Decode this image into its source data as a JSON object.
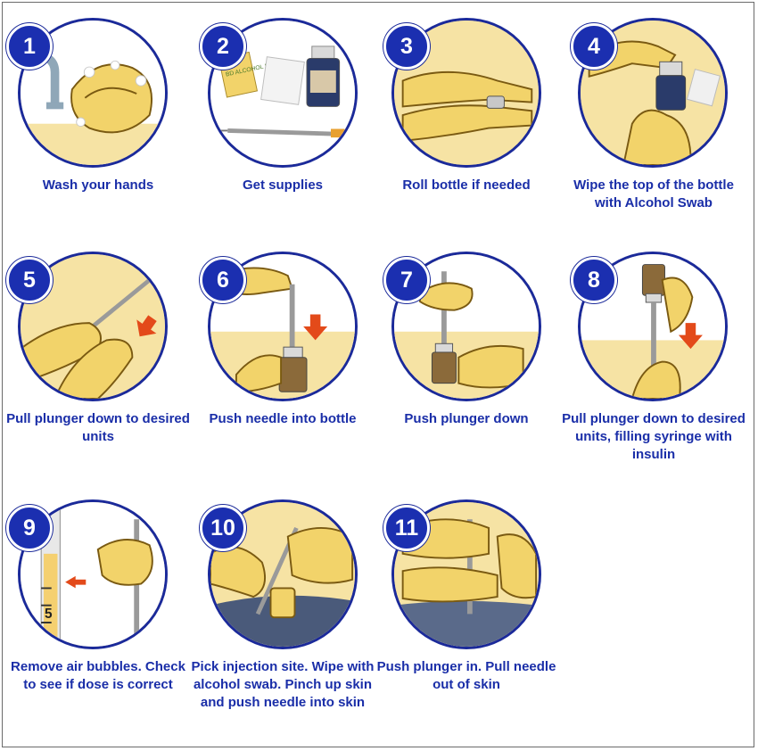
{
  "colors": {
    "accent": "#1b2fb0",
    "caption": "#1a2ea8",
    "skin": "#f2d36a",
    "background": "#f6e3a4",
    "arrow": "#e34a1a"
  },
  "steps": [
    {
      "number": "1",
      "caption": "Wash your hands",
      "icon": "handwash-icon"
    },
    {
      "number": "2",
      "caption": "Get supplies",
      "icon": "supplies-icon"
    },
    {
      "number": "3",
      "caption": "Roll bottle if needed",
      "icon": "roll-bottle-icon"
    },
    {
      "number": "4",
      "caption": "Wipe the top of the bottle with Alcohol Swab",
      "icon": "wipe-bottle-icon"
    },
    {
      "number": "5",
      "caption": "Pull plunger down to desired units",
      "icon": "pull-plunger-icon"
    },
    {
      "number": "6",
      "caption": "Push needle into bottle",
      "icon": "needle-bottle-icon"
    },
    {
      "number": "7",
      "caption": "Push plunger down",
      "icon": "push-plunger-icon"
    },
    {
      "number": "8",
      "caption": "Pull plunger down to desired units, filling syringe with insulin",
      "icon": "fill-syringe-icon"
    },
    {
      "number": "9",
      "caption": "Remove air bubbles. Check to see if dose is correct",
      "icon": "air-bubbles-icon",
      "syringe_mark": "5"
    },
    {
      "number": "10",
      "caption": "Pick injection site. Wipe with alcohol swab. Pinch up skin and push needle into skin",
      "icon": "injection-site-icon"
    },
    {
      "number": "11",
      "caption": "Push plunger in. Pull needle out of skin",
      "icon": "inject-icon"
    }
  ],
  "supplies": {
    "swab_label": "BD ALCOHOL SWAB"
  }
}
